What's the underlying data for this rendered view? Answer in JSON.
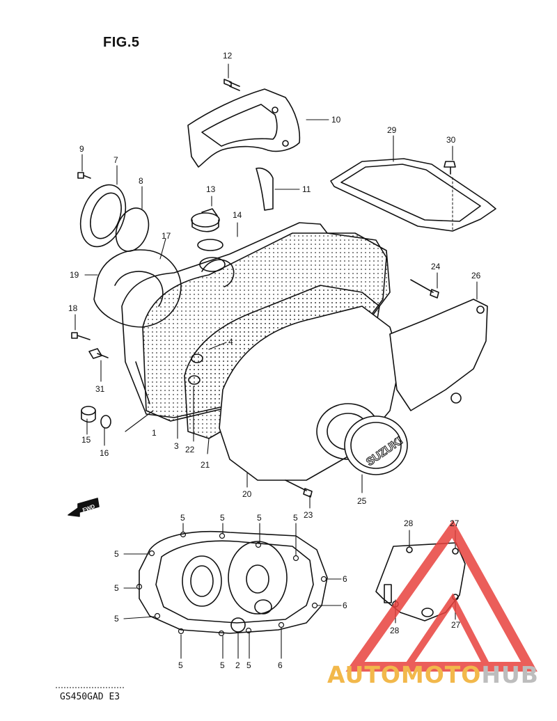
{
  "figure": {
    "title": "FIG.5",
    "model": "GS450GAD E3",
    "fwd_label": "FWD",
    "suzuki_label": "SUZUKI"
  },
  "watermark": {
    "text_part1": "AUTOMOTO",
    "text_part2": "HUB",
    "color_primary": "#e8423e",
    "color_gold": "#f2b84b",
    "color_grey": "#bdbdbd"
  },
  "callouts": [
    {
      "id": "c12",
      "text": "12"
    },
    {
      "id": "c10",
      "text": "10"
    },
    {
      "id": "c29",
      "text": "29"
    },
    {
      "id": "c30",
      "text": "30"
    },
    {
      "id": "c9",
      "text": "9"
    },
    {
      "id": "c7",
      "text": "7"
    },
    {
      "id": "c8",
      "text": "8"
    },
    {
      "id": "c13",
      "text": "13"
    },
    {
      "id": "c11",
      "text": "11"
    },
    {
      "id": "c14",
      "text": "14"
    },
    {
      "id": "c17",
      "text": "17"
    },
    {
      "id": "c19",
      "text": "19"
    },
    {
      "id": "c24",
      "text": "24"
    },
    {
      "id": "c26",
      "text": "26"
    },
    {
      "id": "c18",
      "text": "18"
    },
    {
      "id": "c4",
      "text": "4"
    },
    {
      "id": "c31",
      "text": "31"
    },
    {
      "id": "c15",
      "text": "15"
    },
    {
      "id": "c16",
      "text": "16"
    },
    {
      "id": "c1",
      "text": "1"
    },
    {
      "id": "c3",
      "text": "3"
    },
    {
      "id": "c22",
      "text": "22"
    },
    {
      "id": "c21",
      "text": "21"
    },
    {
      "id": "c20",
      "text": "20"
    },
    {
      "id": "c23",
      "text": "23"
    },
    {
      "id": "c25",
      "text": "25"
    },
    {
      "id": "c5a",
      "text": "5"
    },
    {
      "id": "c5b",
      "text": "5"
    },
    {
      "id": "c5c",
      "text": "5"
    },
    {
      "id": "c5d",
      "text": "5"
    },
    {
      "id": "c5e",
      "text": "5"
    },
    {
      "id": "c5f",
      "text": "5"
    },
    {
      "id": "c5g",
      "text": "5"
    },
    {
      "id": "c5h",
      "text": "5"
    },
    {
      "id": "c5i",
      "text": "5"
    },
    {
      "id": "c2",
      "text": "2"
    },
    {
      "id": "c5j",
      "text": "5"
    },
    {
      "id": "c6a",
      "text": "6"
    },
    {
      "id": "c6b",
      "text": "6"
    },
    {
      "id": "c6c",
      "text": "6"
    },
    {
      "id": "c28a",
      "text": "28"
    },
    {
      "id": "c27a",
      "text": "27"
    },
    {
      "id": "c28b",
      "text": "28"
    },
    {
      "id": "c27b",
      "text": "27"
    }
  ]
}
